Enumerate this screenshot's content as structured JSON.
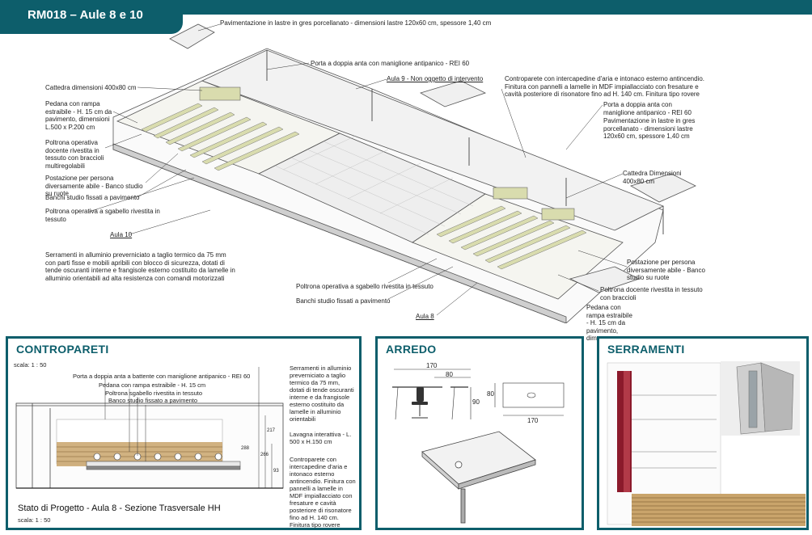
{
  "header": {
    "title": "RM018 – Aule 8 e 10"
  },
  "plan_notes": {
    "n_pavimentazione_top": "Pavimentazione in lastre in gres porcellanato - dimensioni lastre 120x60 cm, spessore 1,40 cm",
    "n_porta_top": "Porta a doppia anta con maniglione antipanico - REI 60",
    "n_aula9": "Aula 9 - Non oggetto di intervento",
    "n_cattedra_left": "Cattedra dimensioni 400x80 cm",
    "n_pedana": "Pedana con rampa estraibile - H. 15 cm da pavimento, dimensioni L.500 x P.200 cm",
    "n_poltrona_doc": "Poltrona operativa docente rivestita in tessuto con braccioli multiregolabili",
    "n_postazione_left": "Postazione per persona diversamente abile - Banco studio su ruote",
    "n_banchi_left": "Banchi studio fissati a pavimento",
    "n_sgabello_left": "Poltrona operativa a sgabello rivestita in tessuto",
    "n_aula10": "Aula 10",
    "n_serramenti": "Serramenti in alluminio preverniciato a taglio termico da 75 mm con parti fisse e mobili apribili con blocco di sicurezza, dotati di tende oscuranti interne e frangisole esterno costituito da lamelle in alluminio orientabili ad alta resistenza con comandi motorizzati",
    "n_controparete_top": "Controparete con intercapedine d'aria e intonaco esterno antincendio. Finitura con pannelli a lamelle in MDF impiallacciato con fresature e cavità posteriore di risonatore fino ad H. 140 cm. Finitura tipo rovere",
    "n_porta_right": "Porta a doppia anta con maniglione antipanico - REI 60",
    "n_pavimentazione_right": "Pavimentazione in lastre in gres porcellanato - dimensioni lastre 120x60 cm, spessore 1,40 cm",
    "n_cattedra_right": "Cattedra Dimensioni 400x80 cm",
    "n_postazione_right": "Postazione per persona diversamente abile - Banco studio su ruote",
    "n_poltrona_doc_right": "Poltrona docente rivestita in tessuto con braccioli",
    "n_pedana_right": "Pedana con rampa estraibile - H. 15 cm da pavimento, dimen",
    "n_sgabello_bottom": "Poltrona operativa a sgabello rivestita in tessuto",
    "n_banchi_bottom": "Banchi studio fissati a pavimento",
    "n_aula8": "Aula 8"
  },
  "contropareti": {
    "title": "CONTROPARETI",
    "scale_top": "scala: 1 : 50",
    "label_porta": "Porta a doppia anta a battente con maniglione antipanico - REI 60",
    "label_pedana": "Pedana con rampa estraibile - H. 15 cm",
    "label_sgabello": "Poltrona sgabello rivestita in tessuto",
    "label_banco": "Banco studio fissato a pavimento",
    "label_serramenti": "Serramenti in alluminio preverniciato a taglio termico da 75 mm, dotati di tende oscuranti interne e da frangisole esterno costituito da lamelle in alluminio orientabili",
    "label_lavagna": "Lavagna interattiva - L. 500 x H.150 cm",
    "label_controparete": "Controparete con intercapedine d'aria e intonaco esterno antincendio. Finitura con pannelli a lamelle in MDF impiallacciato con fresature e cavità posteriore di risonatore fino ad H. 140 cm. Finitura tipo rovere",
    "caption": "Stato di Progetto - Aula 8 - Sezione Trasversale HH",
    "scale_bottom": "scala: 1 : 50",
    "dims": [
      "266",
      "288",
      "217",
      "93"
    ]
  },
  "arredo": {
    "title": "ARREDO",
    "dim_170_top": "170",
    "dim_80_top": "80",
    "dim_90": "90",
    "dim_80_side": "80",
    "dim_170_plan": "170"
  },
  "serramenti": {
    "title": "SERRAMENTI"
  },
  "colors": {
    "brand": "#0d5e6b",
    "seat": "#d9dcae",
    "wall_red": "#8b1a2b"
  }
}
